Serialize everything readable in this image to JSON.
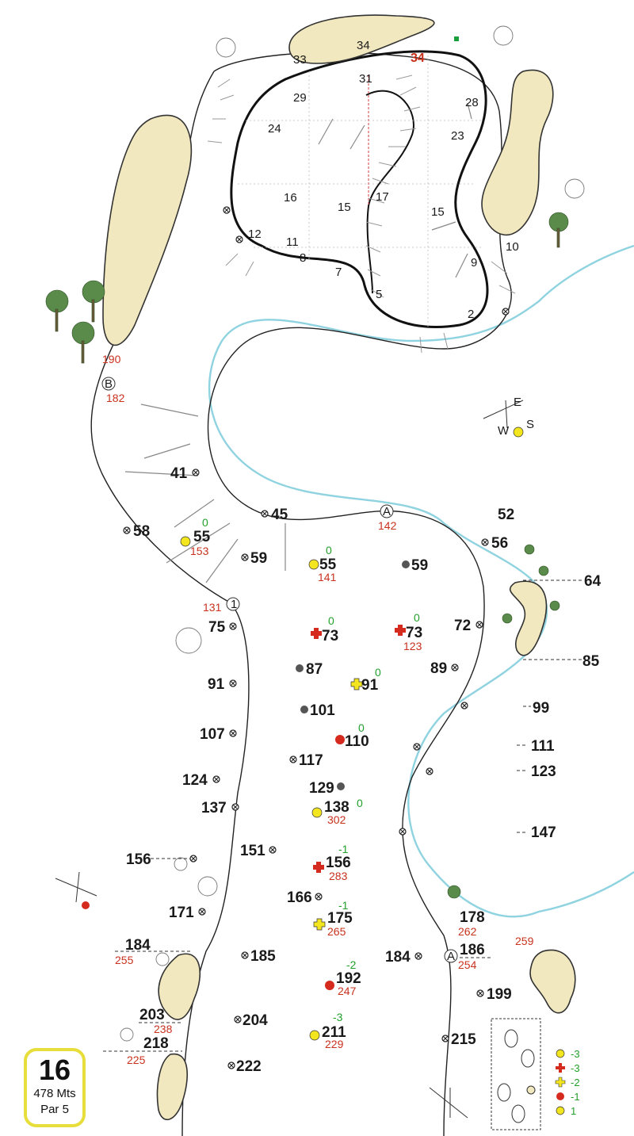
{
  "hole": {
    "number": "16",
    "length": "478 Mts",
    "par": "Par 5"
  },
  "green_numbers": {
    "top_right_red": "34",
    "labels": [
      "34",
      "33",
      "31",
      "29",
      "28",
      "24",
      "23",
      "17",
      "16",
      "15",
      "15",
      "12",
      "11",
      "8",
      "7",
      "5",
      "2",
      "9",
      "10"
    ]
  },
  "left_distances": [
    "41",
    "58",
    "55",
    "75",
    "91",
    "107",
    "124",
    "137",
    "151",
    "156",
    "171",
    "184",
    "185",
    "203",
    "204",
    "218",
    "222",
    "45",
    "59"
  ],
  "center_distances": [
    "55",
    "59",
    "73",
    "73",
    "87",
    "91",
    "101",
    "110",
    "117",
    "129",
    "138",
    "156",
    "166",
    "175",
    "192",
    "211",
    "184",
    "186",
    "199",
    "215",
    "178"
  ],
  "right_distances": [
    "52",
    "56",
    "64",
    "72",
    "85",
    "89",
    "99",
    "111",
    "123",
    "147"
  ],
  "red_numbers": [
    "190",
    "182",
    "153",
    "142",
    "141",
    "131",
    "123",
    "302",
    "283",
    "265",
    "247",
    "229",
    "262",
    "254",
    "259",
    "255",
    "238",
    "225"
  ],
  "green_small": [
    "0",
    "0",
    "0",
    "0",
    "0",
    "0",
    "-1",
    "-1",
    "-2",
    "-3",
    "0"
  ],
  "markers": {
    "a_label": "A",
    "b_label": "B",
    "one_label": "1"
  },
  "legend": [
    {
      "symbol": "yellow-dot",
      "label": "-3"
    },
    {
      "symbol": "red-cross",
      "label": "-3"
    },
    {
      "symbol": "yellow-cross",
      "label": "-2"
    },
    {
      "symbol": "red-dot",
      "label": "-1"
    },
    {
      "symbol": "yellow-dot",
      "label": "1"
    }
  ],
  "colors": {
    "sand": "#f1e8bf",
    "water": "#8fd3e0",
    "badge_border": "#e7de3c",
    "red": "#c8321e",
    "green": "#22a02a"
  }
}
